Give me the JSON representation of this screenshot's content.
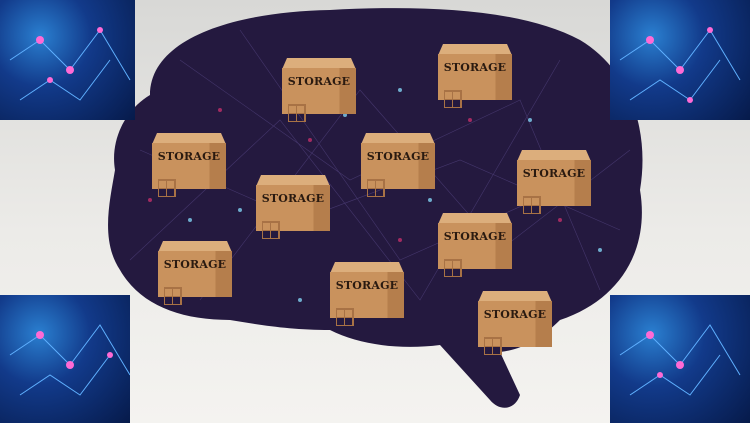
{
  "boxes": [
    {
      "label": "STORAGE"
    },
    {
      "label": "STORAGE"
    },
    {
      "label": "STORAGE"
    },
    {
      "label": "STORAGE"
    },
    {
      "label": "STORAGE"
    },
    {
      "label": "STORAGE"
    },
    {
      "label": "STORAGE"
    },
    {
      "label": "STORAGE"
    },
    {
      "label": "STORAGE"
    },
    {
      "label": "STORAGE"
    }
  ],
  "colors": {
    "brain": "#24193f",
    "box": "#c9925d",
    "panel": "#123a8a"
  }
}
